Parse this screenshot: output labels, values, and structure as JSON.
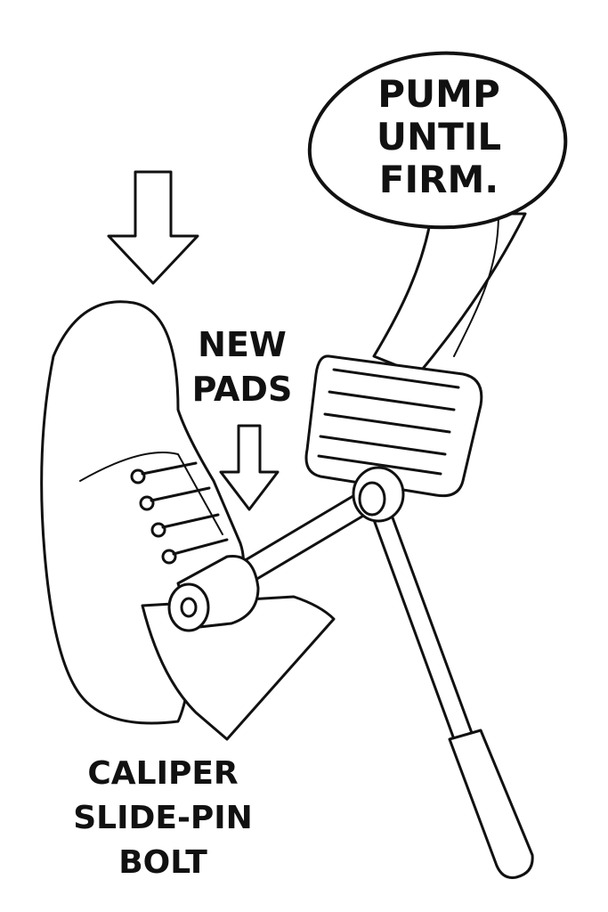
{
  "speech_bubble": {
    "lines": [
      "PUMP",
      "UNTIL",
      "FIRM."
    ]
  },
  "label_pads": {
    "lines": [
      "NEW",
      "PADS"
    ]
  },
  "label_bolt": {
    "lines": [
      "CALIPER",
      "SLIDE-PIN",
      "BOLT"
    ]
  },
  "colors": {
    "ink": "#111111",
    "paper": "#ffffff"
  }
}
